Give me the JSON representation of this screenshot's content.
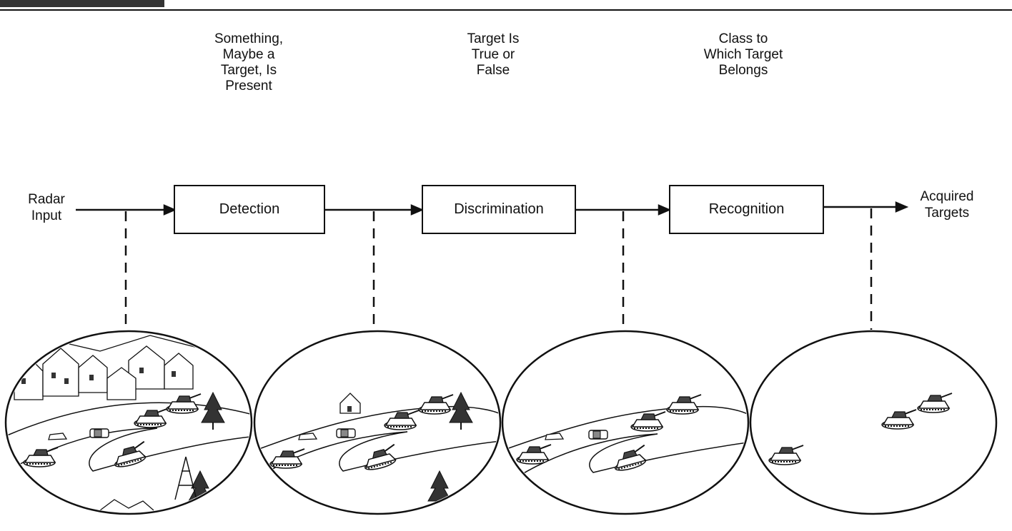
{
  "input_label": "Radar\nInput",
  "output_label": "Acquired\nTargets",
  "stages": [
    {
      "name": "Detection",
      "description": "Something,\nMaybe a\nTarget, Is\nPresent"
    },
    {
      "name": "Discrimination",
      "description": "Target Is\nTrue or\nFalse"
    },
    {
      "name": "Recognition",
      "description": "Class to\nWhich Target\nBelongs"
    }
  ],
  "scenes": [
    {
      "content": "town, trees, tower, road with tanks and vehicles"
    },
    {
      "content": "house, tree, road with tanks and vehicles"
    },
    {
      "content": "road with tanks and vehicles"
    },
    {
      "content": "tanks only"
    }
  ]
}
